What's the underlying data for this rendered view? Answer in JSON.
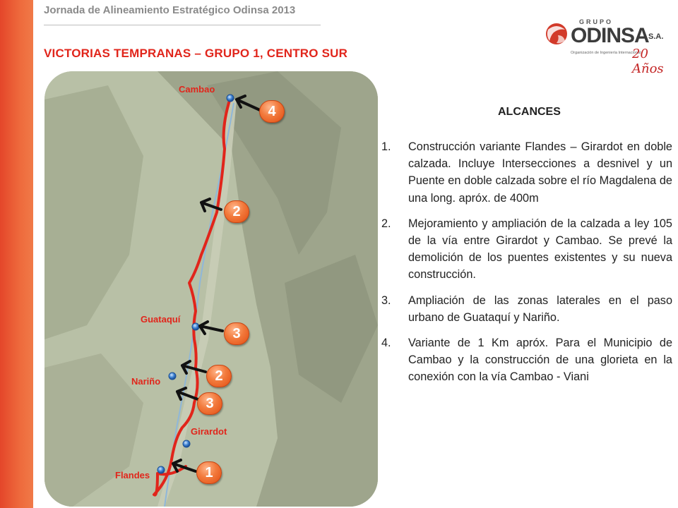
{
  "header": {
    "event_title": "Jornada de Alineamiento Estratégico Odinsa 2013",
    "slide_title": "VICTORIAS TEMPRANAS  – GRUPO 1, CENTRO SUR"
  },
  "logo": {
    "top": "GRUPO",
    "name": "ODINSA",
    "suffix": "S.A.",
    "subtitle": "Organización de Ingeniería Internacional",
    "anniversary": "20 Años"
  },
  "map": {
    "places": [
      {
        "id": "cambao",
        "label": "Cambao"
      },
      {
        "id": "guataqui",
        "label": "Guataquí"
      },
      {
        "id": "narino",
        "label": "Nariño"
      },
      {
        "id": "girardot",
        "label": "Girardot"
      },
      {
        "id": "flandes",
        "label": "Flandes"
      }
    ],
    "badges": [
      "4",
      "2",
      "3",
      "2",
      "3",
      "1"
    ]
  },
  "alcances": {
    "title": "ALCANCES",
    "items": [
      {
        "number": "1.",
        "text": "Construcción variante Flandes – Girardot en doble calzada. Incluye Intersecciones a desnivel y un Puente en doble calzada sobre el río Magdalena de una long. apróx. de 400m"
      },
      {
        "number": "2.",
        "text": "Mejoramiento y ampliación de la calzada a ley 105 de la vía entre Girardot y Cambao. Se prevé la demolición de los puentes existentes y su nueva construcción."
      },
      {
        "number": "3.",
        "text": "Ampliación de las zonas laterales en el paso urbano de Guataquí y Nariño."
      },
      {
        "number": "4.",
        "text": "Variante de 1 Km apróx. Para el Municipio de Cambao y la construcción de una glorieta en la conexión con la vía Cambao - Viani"
      }
    ]
  },
  "colors": {
    "accent_red": "#e1251b",
    "side_bar": "#ec5a32",
    "badge_orange": "#f27a3c"
  }
}
